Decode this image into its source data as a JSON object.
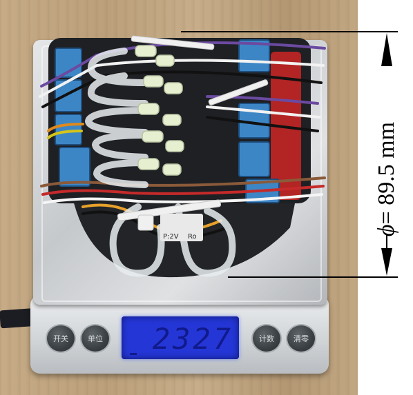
{
  "scale": {
    "display_reading": "2327",
    "buttons": [
      {
        "id": "power",
        "label": "开关"
      },
      {
        "id": "unit",
        "label": "单位"
      },
      {
        "id": "count",
        "label": "计数"
      },
      {
        "id": "tare",
        "label": "清零"
      }
    ]
  },
  "device": {
    "board_text": "P:2V",
    "board_text_2": "Ro"
  },
  "annotation": {
    "symbol": "ϕ",
    "text": "= 89.5 mm"
  },
  "colors": {
    "display_background": "#2436d6",
    "display_digits": "#101a8c",
    "valve_blue": "#3d86c6",
    "tubing": "#e8edf0",
    "scale_body": "#cfd3d6"
  }
}
